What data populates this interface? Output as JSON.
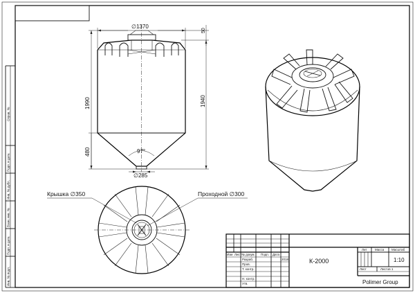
{
  "front_view": {
    "diameter": "∅1370",
    "lid_offset": "50",
    "height_total": "1990",
    "height_body": "1940",
    "cone_height": "480",
    "cone_angle": "97°",
    "outlet_diameter": "∅285"
  },
  "top_view": {
    "lid_label": "Крышка ∅350",
    "manhole_label": "Проходной ∅300"
  },
  "side_stamps": [
    "Инв. № подл.",
    "Подп. и дата",
    "Взам. инв. №",
    "Инв. № дубл.",
    "Подп. и дата",
    "Справ. №"
  ],
  "title_block": {
    "col_headers": [
      "Изм",
      "Лист",
      "№ докум.",
      "Подп.",
      "Дата"
    ],
    "row_labels": [
      "Разраб.",
      "Пров.",
      "Т. контр.",
      "",
      "Н. контр.",
      "Утв."
    ],
    "year": "2018",
    "designation": "К-2000",
    "lit_label": "Лит",
    "mass_label": "Масса",
    "scale_label": "Масштаб",
    "scale_value": "1:10",
    "sheet_label": "Лист",
    "sheets_label": "Листов 1",
    "company": "Polimer Group"
  }
}
